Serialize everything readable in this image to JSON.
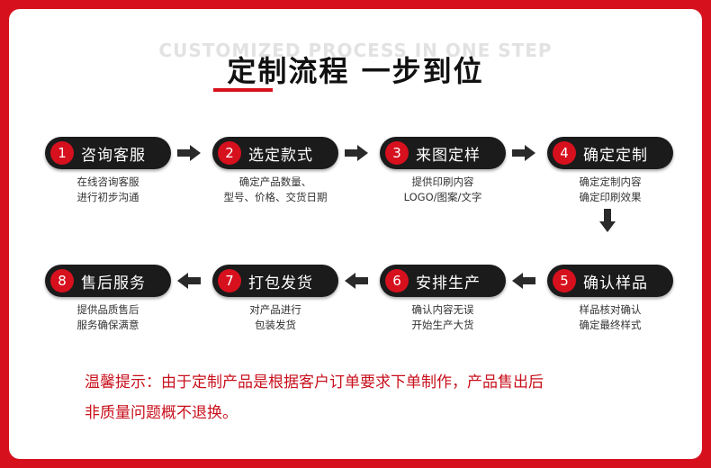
{
  "header": {
    "watermark": "CUSTOMIZED PROCESS IN ONE STEP",
    "title": "定制流程  一步到位"
  },
  "steps": [
    {
      "num": "1",
      "label": "咨询客服",
      "desc1": "在线咨询客服",
      "desc2": "进行初步沟通"
    },
    {
      "num": "2",
      "label": "选定款式",
      "desc1": "确定产品数量、",
      "desc2": "型号、价格、交货日期"
    },
    {
      "num": "3",
      "label": "来图定样",
      "desc1": "提供印刷内容",
      "desc2": "LOGO/图案/文字"
    },
    {
      "num": "4",
      "label": "确定定制",
      "desc1": "确定定制内容",
      "desc2": "确定印刷效果"
    },
    {
      "num": "5",
      "label": "确认样品",
      "desc1": "样品核对确认",
      "desc2": "确定最终样式"
    },
    {
      "num": "6",
      "label": "安排生产",
      "desc1": "确认内容无误",
      "desc2": "开始生产大货"
    },
    {
      "num": "7",
      "label": "打包发货",
      "desc1": "对产品进行",
      "desc2": "包装发货"
    },
    {
      "num": "8",
      "label": "售后服务",
      "desc1": "提供品质售后",
      "desc2": "服务确保满意"
    }
  ],
  "notice": {
    "line1": "温馨提示：由于定制产品是根据客户订单要求下单制作，产品售出后",
    "line2": "非质量问题概不退换。"
  },
  "colors": {
    "accent": "#d7101e",
    "pill": "#1b1b1b",
    "notice": "#c8101c"
  }
}
